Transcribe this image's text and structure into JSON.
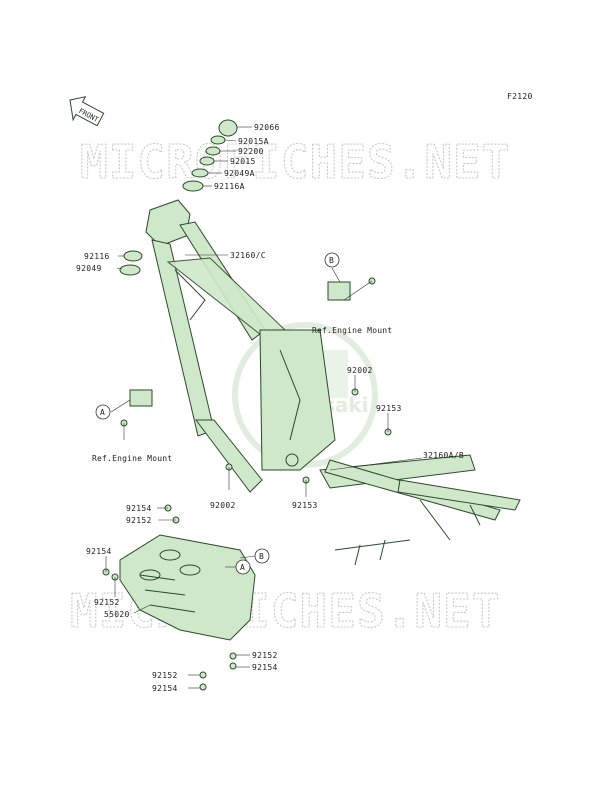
{
  "diagram_code": "F2120",
  "front_label": "FRONT",
  "watermark_text": "MICROFICHES.NET",
  "logo_text": "Kawasaki",
  "colors": {
    "part_fill": "#cfe8c9",
    "part_stroke": "#2a4a2a",
    "watermark": "#c8c8c8",
    "logo": "#d8ead4"
  },
  "parts": {
    "p92066": "92066",
    "p92015A": "92015A",
    "p92200": "92200",
    "p92015": "92015",
    "p92049A": "92049A",
    "p92116A": "92116A",
    "p92116": "92116",
    "p92049": "92049",
    "p32160C": "32160/C",
    "p92002_right": "92002",
    "p92153_right": "92153",
    "p32160AB": "32160A/B",
    "p92002_bottom": "92002",
    "p92153_bottom": "92153",
    "p92154_a": "92154",
    "p92152_a": "92152",
    "p92154_b": "92154",
    "p92152_b": "92152",
    "p55020": "55020",
    "p92152_c": "92152",
    "p92154_c": "92154",
    "p92152_d": "92152",
    "p92154_d": "92154"
  },
  "refs": {
    "ref_right": "Ref.Engine Mount",
    "ref_left": "Ref.Engine Mount"
  },
  "callouts": {
    "a": "A",
    "b": "B"
  }
}
